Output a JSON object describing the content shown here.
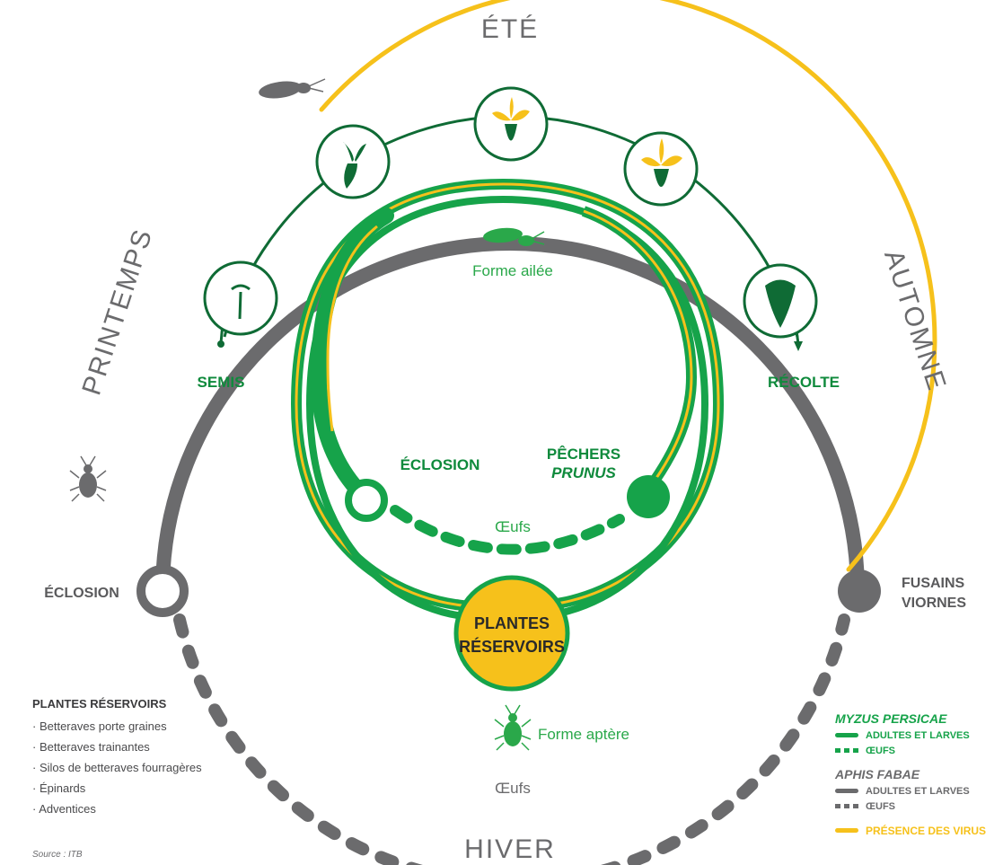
{
  "seasons": {
    "summer": "ÉTÉ",
    "spring": "PRINTEMPS",
    "autumn": "AUTOMNE",
    "winter": "HIVER"
  },
  "labels": {
    "semis": "SEMIS",
    "recolte": "RÉCOLTE",
    "eclosion_inner": "ÉCLOSION",
    "pechers": "PÊCHERS",
    "prunus": "PRUNUS",
    "forme_ailee": "Forme ailée",
    "oeufs_inner": "Œufs",
    "plantes_reservoirs_1": "PLANTES",
    "plantes_reservoirs_2": "RÉSERVOIRS",
    "forme_aptere": "Forme aptère",
    "eclosion_outer": "ÉCLOSION",
    "fusains": "FUSAINS",
    "viornes": "VIORNES",
    "oeufs_outer": "Œufs"
  },
  "reservoir_list": {
    "title": "PLANTES RÉSERVOIRS",
    "items": [
      "Betteraves porte graines",
      "Betteraves trainantes",
      "Silos de betteraves fourragères",
      "Épinards",
      "Adventices"
    ]
  },
  "source": "Source : ITB",
  "legend": {
    "myzus": {
      "title": "MYZUS PERSICAE",
      "adults": "ADULTES ET LARVES",
      "eggs": "ŒUFS",
      "color": "#16a34a"
    },
    "aphis": {
      "title": "APHIS FABAE",
      "adults": "ADULTES ET LARVES",
      "eggs": "ŒUFS",
      "color": "#6b6b6d"
    },
    "virus": {
      "label": "PRÉSENCE DES VIRUS",
      "color": "#f6c11b"
    }
  },
  "icons": [
    "aphid-winged-gray-icon",
    "aphid-apterous-gray-icon",
    "aphid-winged-green-icon",
    "aphid-apterous-green-icon",
    "seedling-icon",
    "young-beet-icon",
    "beet-flower-icon",
    "beet-root-icon"
  ]
}
